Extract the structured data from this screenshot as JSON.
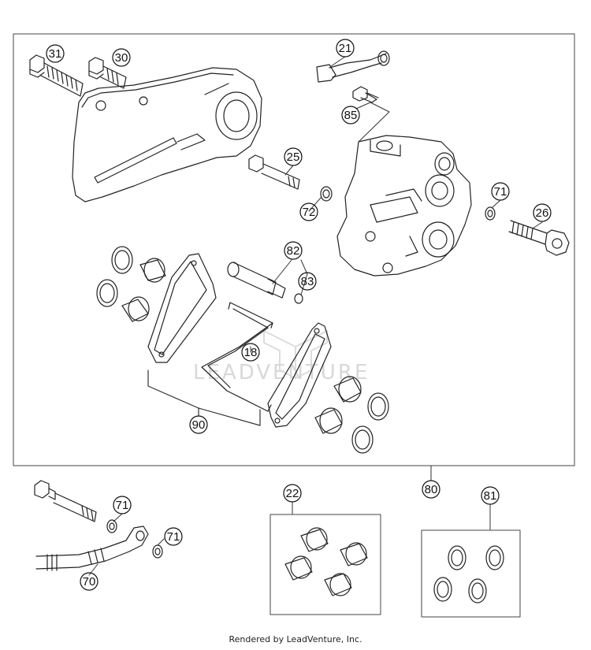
{
  "watermark": {
    "text": "LEADVENTURE"
  },
  "footer": {
    "text": "Rendered by LeadVenture, Inc."
  },
  "callouts": {
    "c31": "31",
    "c30": "30",
    "c21": "21",
    "c85": "85",
    "c25": "25",
    "c72": "72",
    "c71a": "71",
    "c26": "26",
    "c82": "82",
    "c83": "83",
    "c18": "18",
    "c90": "90",
    "c80": "80",
    "c22": "22",
    "c81": "81",
    "c71b": "71",
    "c71c": "71",
    "c70": "70"
  }
}
